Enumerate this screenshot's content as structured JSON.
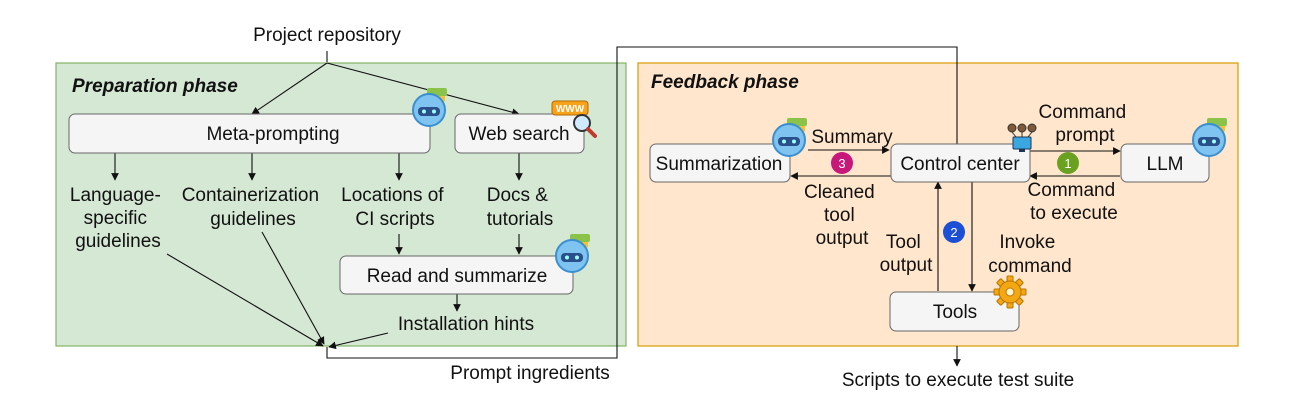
{
  "top_input": "Project repository",
  "preparation": {
    "title": "Preparation phase",
    "meta_prompting": "Meta-prompting",
    "web_search": "Web search",
    "language_guidelines": [
      "Language-",
      "specific",
      "guidelines"
    ],
    "containerization": [
      "Containerization",
      "guidelines"
    ],
    "ci_scripts": [
      "Locations of",
      "CI scripts"
    ],
    "docs": [
      "Docs &",
      "tutorials"
    ],
    "read_summarize": "Read and summarize",
    "installation_hints": "Installation hints"
  },
  "prompt_ingredients": "Prompt ingredients",
  "feedback": {
    "title": "Feedback phase",
    "summarization": "Summarization",
    "control_center": "Control center",
    "llm": "LLM",
    "tools": "Tools",
    "summary": "Summary",
    "cleaned_output": [
      "Cleaned",
      "tool",
      "output"
    ],
    "command_prompt": [
      "Command",
      "prompt"
    ],
    "command_execute": [
      "Command",
      "to execute"
    ],
    "tool_output": [
      "Tool",
      "output"
    ],
    "invoke_command": [
      "Invoke",
      "command"
    ],
    "step1": "1",
    "step2": "2",
    "step3": "3"
  },
  "final_output": "Scripts to execute test suite",
  "colors": {
    "prep_bg": "#d5e8d4",
    "prep_border": "#82b366",
    "feedback_bg": "#ffe6cc",
    "feedback_border": "#d79b00",
    "step1": "#6aa121",
    "step2": "#1a4fd6",
    "step3": "#c8177a"
  }
}
